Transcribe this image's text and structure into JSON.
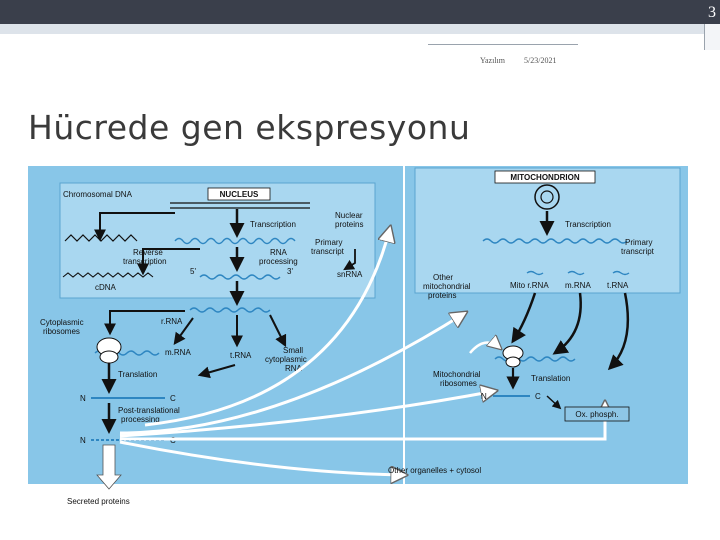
{
  "slide": {
    "number": "3",
    "author": "Yazılım",
    "date": "5/23/2021",
    "title": "Hücrede gen ekspresyonu"
  },
  "labels": {
    "chromosomal_dna": "Chromosomal DNA",
    "nucleus": "NUCLEUS",
    "transcription_nuc": "Transcription",
    "nuclear_proteins_1": "Nuclear",
    "nuclear_proteins_2": "proteins",
    "primary_transcript_nuc_1": "Primary",
    "primary_transcript_nuc_2": "transcript",
    "reverse_transcription_1": "Reverse",
    "reverse_transcription_2": "transcription",
    "rna_processing_1": "RNA",
    "rna_processing_2": "processing",
    "five_prime": "5'",
    "three_prime": "3'",
    "snrna": "snRNA",
    "cdna": "cDNA",
    "cyto_ribosomes_1": "Cytoplasmic",
    "cyto_ribosomes_2": "ribosomes",
    "rrna": "r.RNA",
    "mrna": "m.RNA",
    "trna": "t.RNA",
    "small_rna_1": "Small",
    "small_rna_2": "cytoplasmic",
    "small_rna_3": "RNA",
    "translation": "Translation",
    "n1": "N",
    "c1": "C",
    "post_trans_1": "Post-translational",
    "post_trans_2": "processing",
    "n2": "N",
    "c2": "C",
    "secreted": "Secreted proteins",
    "mitochondrion": "MITOCHONDRION",
    "transcription_mito": "Transcription",
    "primary_transcript_mito_1": "Primary",
    "primary_transcript_mito_2": "transcript",
    "other_mito_1": "Other",
    "other_mito_2": "mitochondrial",
    "other_mito_3": "proteins",
    "mito_rrna": "Mito r.RNA",
    "mito_mrna": "m.RNA",
    "mito_trna": "t.RNA",
    "mito_ribosomes_1": "Mitochondrial",
    "mito_ribosomes_2": "ribosomes",
    "translation_mito": "Translation",
    "n3": "N",
    "c3": "C",
    "ox_phosph": "Ox. phosph.",
    "other_organelles": "Other organelles + cytosol"
  },
  "colors": {
    "panel": "#88c6e8",
    "nucleus_box": "#a9d7f0",
    "mito_box": "#a9d7f0",
    "rna_wave": "#2e86c1",
    "arrow": "#111111",
    "white_arrow": "#ffffff",
    "ox_box": "#8ec6e6"
  }
}
